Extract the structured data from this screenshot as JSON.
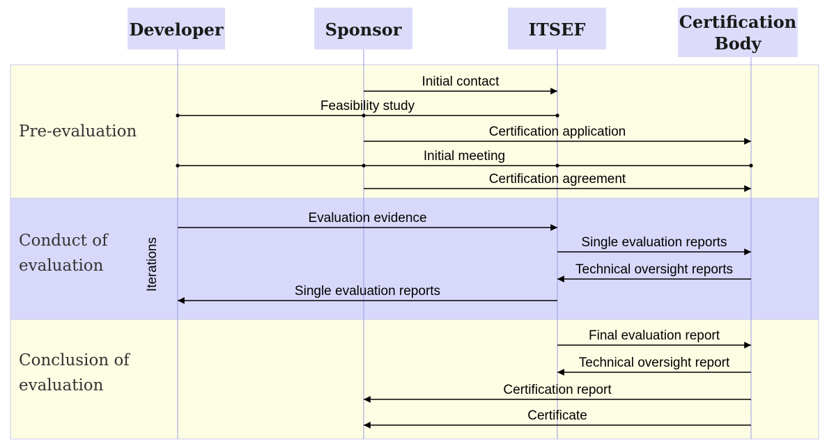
{
  "colors": {
    "background": "#ffffff",
    "actor_box": "#dcdcfa",
    "phase_light": "#fdfde4",
    "phase_dark": "#d8d8fa",
    "lifeline": "#9a9ae6",
    "arrow": "#000000"
  },
  "actors": [
    {
      "id": "developer",
      "lines": [
        "Developer"
      ]
    },
    {
      "id": "sponsor",
      "lines": [
        "Sponsor"
      ]
    },
    {
      "id": "itsef",
      "lines": [
        "ITSEF"
      ]
    },
    {
      "id": "cb",
      "lines": [
        "Certification",
        "Body"
      ]
    }
  ],
  "phases": [
    {
      "id": "pre",
      "lines": [
        "Pre-evaluation"
      ],
      "shade": "light"
    },
    {
      "id": "conduct",
      "lines": [
        "Conduct of",
        "evaluation"
      ],
      "shade": "dark",
      "side_label": "Iterations"
    },
    {
      "id": "conclusion",
      "lines": [
        "Conclusion of",
        "evaluation"
      ],
      "shade": "light"
    }
  ],
  "messages": [
    {
      "label": "Initial contact",
      "from": "sponsor",
      "to": "itsef"
    },
    {
      "label": "Feasibility study",
      "from": "developer",
      "to": "itsef",
      "style": "dots"
    },
    {
      "label": "Certification application",
      "from": "sponsor",
      "to": "cb"
    },
    {
      "label": "Initial meeting",
      "from": "developer",
      "to": "cb",
      "style": "dots"
    },
    {
      "label": "Certification agreement",
      "from": "sponsor",
      "to": "cb"
    },
    {
      "label": "Evaluation evidence",
      "from": "developer",
      "to": "itsef"
    },
    {
      "label": "Single evaluation reports",
      "from": "itsef",
      "to": "cb"
    },
    {
      "label": "Technical oversight reports",
      "from": "cb",
      "to": "itsef"
    },
    {
      "label": "Single evaluation reports",
      "from": "itsef",
      "to": "developer"
    },
    {
      "label": "Final evaluation report",
      "from": "itsef",
      "to": "cb"
    },
    {
      "label": "Technical oversight report",
      "from": "cb",
      "to": "itsef"
    },
    {
      "label": "Certification report",
      "from": "cb",
      "to": "sponsor"
    },
    {
      "label": "Certificate",
      "from": "cb",
      "to": "sponsor"
    }
  ]
}
